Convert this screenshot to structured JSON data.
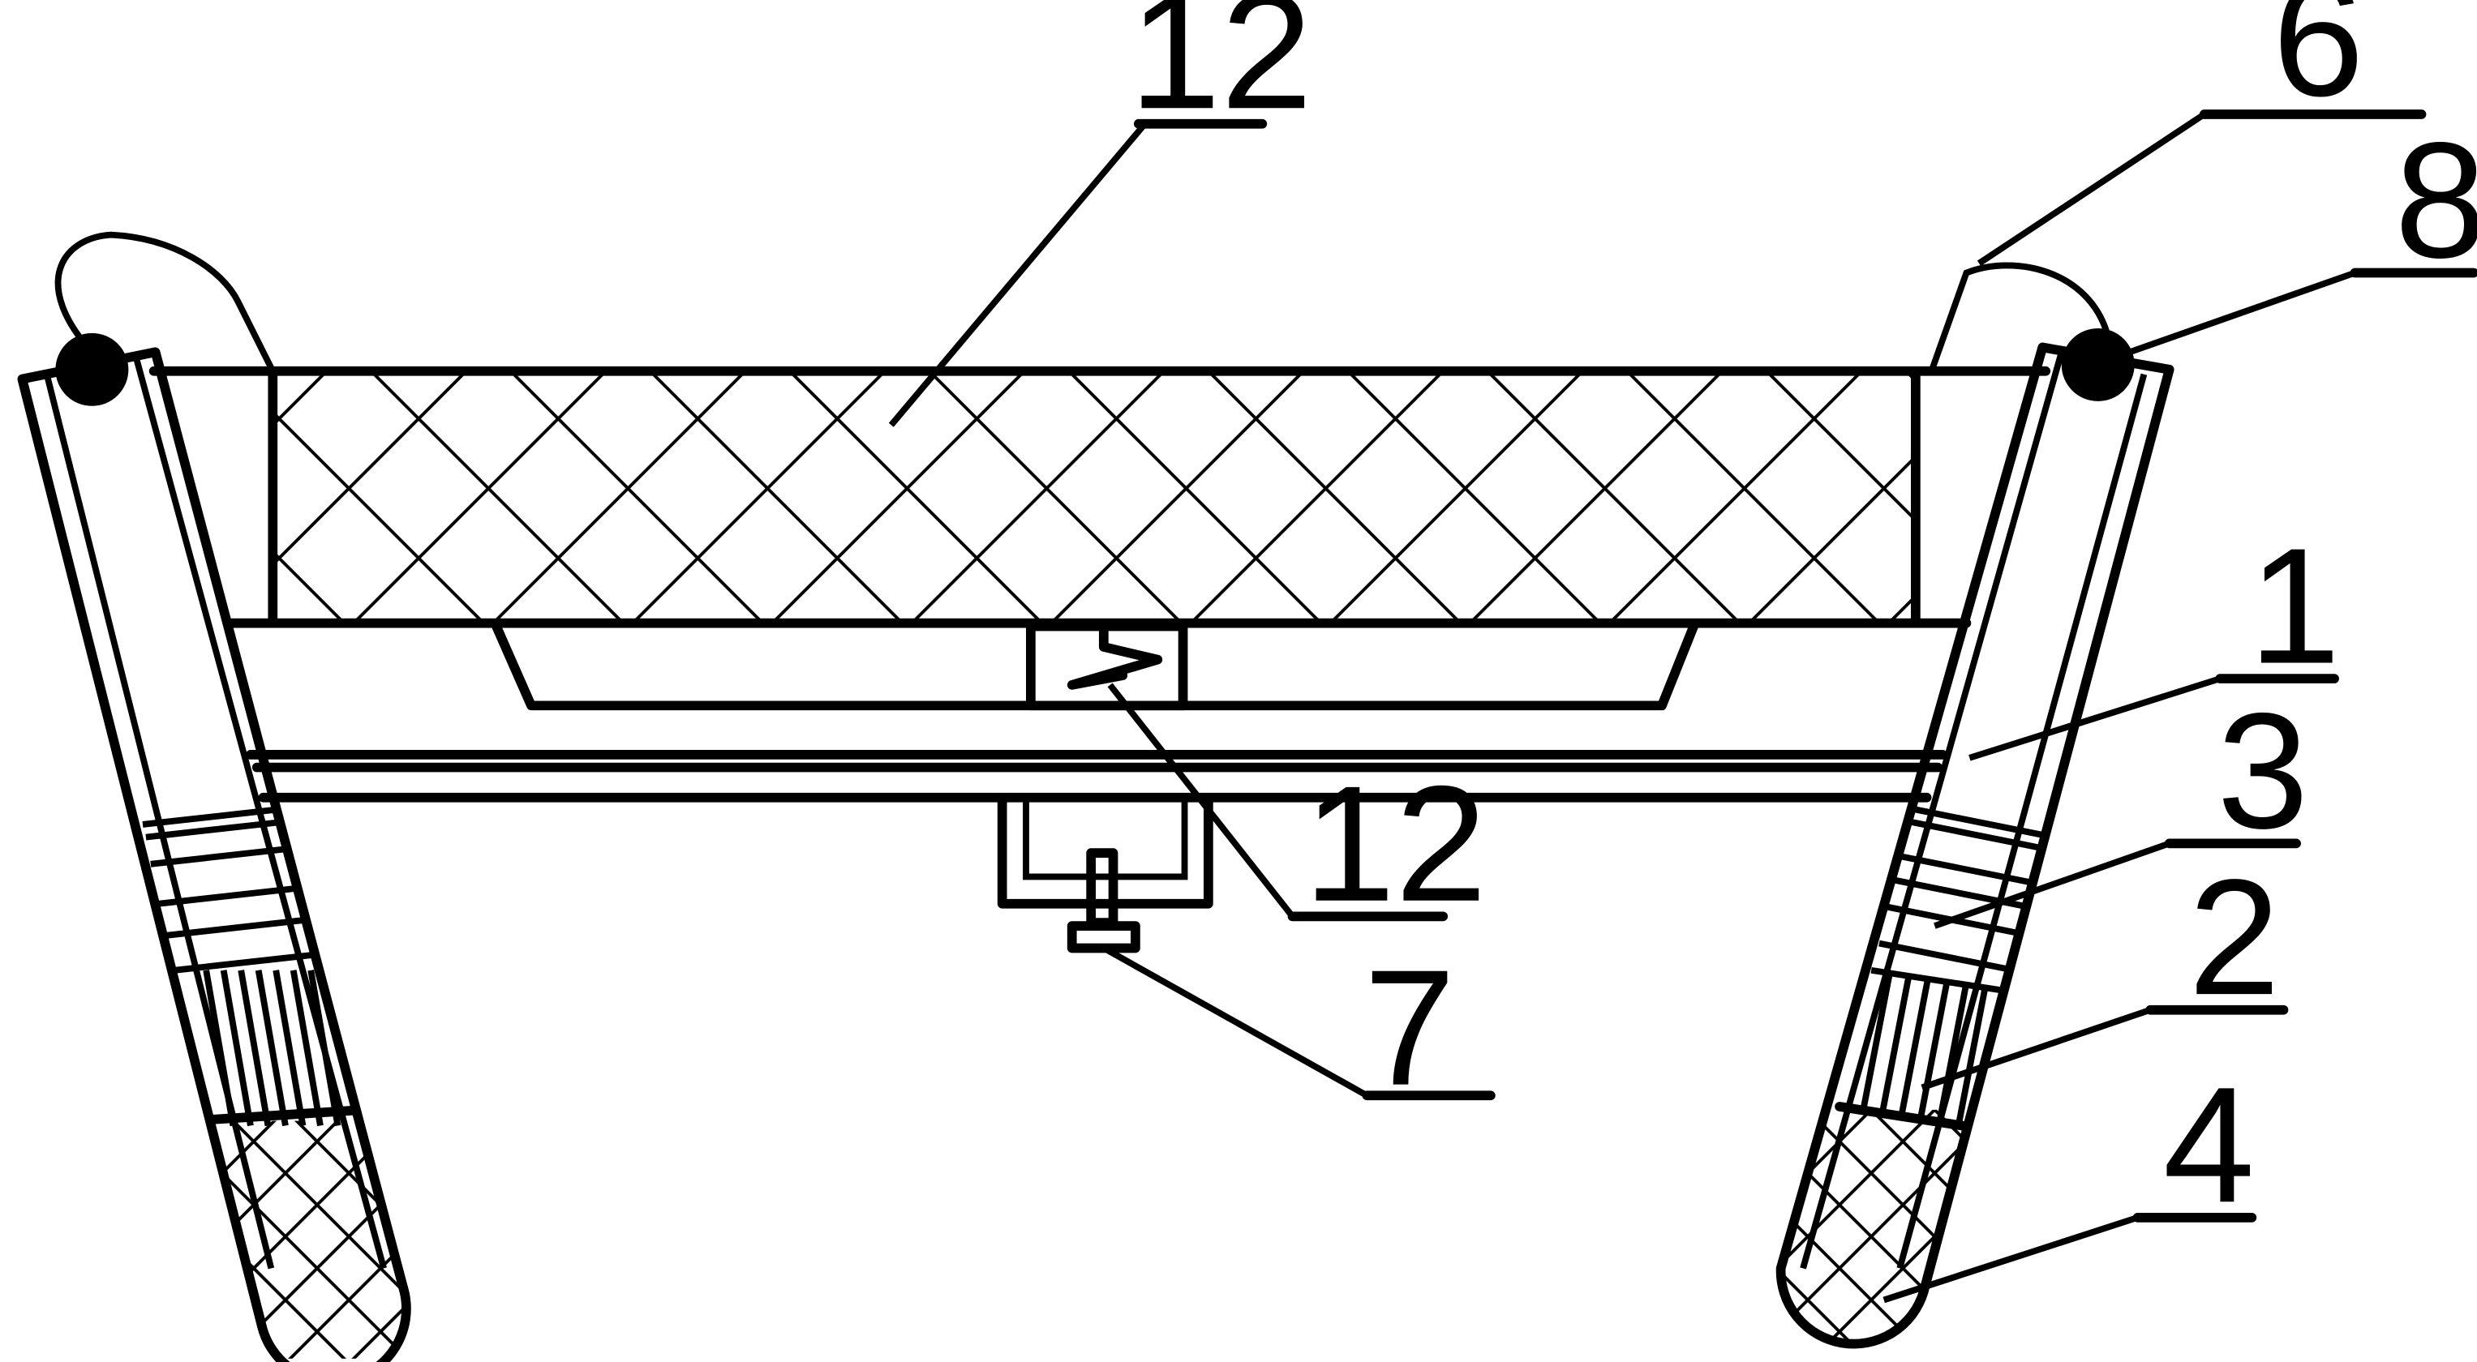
{
  "figure": {
    "labels": {
      "mesh_top": "12",
      "spring": "12",
      "lock": "7",
      "arm": "6",
      "ball": "8",
      "leg": "1",
      "band": "3",
      "grip": "2",
      "foot": "4"
    }
  }
}
